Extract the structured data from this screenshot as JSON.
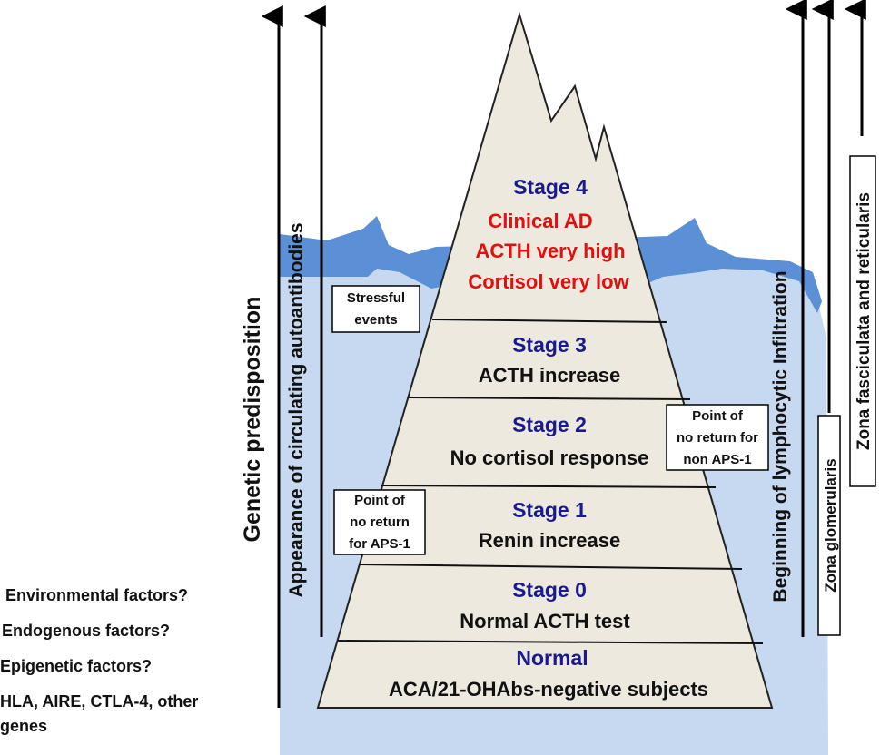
{
  "stages": [
    {
      "title": "Stage 4",
      "lines": [
        "Clinical  AD",
        "ACTH very high",
        "Cortisol very low"
      ]
    },
    {
      "title": "Stage 3",
      "desc": "ACTH increase"
    },
    {
      "title": "Stage 2",
      "desc": "No cortisol response"
    },
    {
      "title": "Stage 1",
      "desc": "Renin increase"
    },
    {
      "title": "Stage 0",
      "desc": "Normal ACTH test"
    },
    {
      "title": "Normal",
      "desc": "ACA/21-OHAbs-negative subjects"
    }
  ],
  "boxes": {
    "stressful": [
      "Stressful",
      "events"
    ],
    "no_return_aps1": [
      "Point of",
      "no return",
      "for APS-1"
    ],
    "no_return_non_aps1": [
      "Point of",
      "no return for",
      "non APS-1"
    ]
  },
  "arrows": {
    "genetic": "Genetic predisposition",
    "autoantibodies": "Appearance of circulating autoantibodies",
    "lymphocytic": "Beginning of lymphocytic Infiltration",
    "glomerularis": "Zona glomerularis",
    "fasciculata": "Zona fasciculata and reticularis"
  },
  "factors": [
    "Environmental factors?",
    "Endogenous  factors?",
    "Epigenetic  factors?",
    "HLA, AIRE, CTLA-4, other",
    "genes"
  ],
  "colors": {
    "water_light": "#c6d9f0",
    "water_dark": "#5b8fd6",
    "mountain": "#ede9df",
    "stage_title": "#1a1a8c",
    "alert": "#e01010"
  }
}
